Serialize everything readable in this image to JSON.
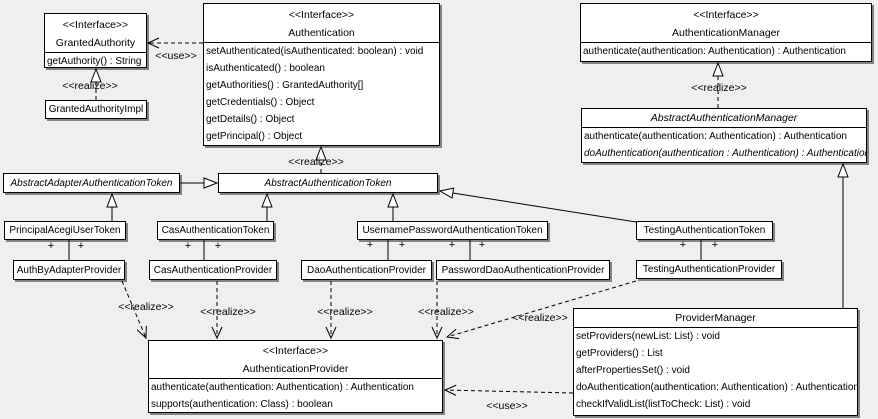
{
  "diagram": {
    "background_color": "#efefef",
    "box_fill": "#ffffff",
    "line_color": "#000000"
  },
  "edge_labels": {
    "use": "<<use>>",
    "realize": "<<realize>>"
  },
  "markers": {
    "plus": "+"
  },
  "classes": {
    "granted_authority": {
      "stereotype": "<<Interface>>",
      "name": "GrantedAuthority",
      "methods": [
        "getAuthority() : String"
      ]
    },
    "granted_authority_impl": {
      "name": "GrantedAuthorityImpl"
    },
    "authentication": {
      "stereotype": "<<Interface>>",
      "name": "Authentication",
      "methods": [
        "setAuthenticated(isAuthenticated: boolean) : void",
        "isAuthenticated() : boolean",
        "getAuthorities() : GrantedAuthority[]",
        "getCredentials() : Object",
        "getDetails() : Object",
        "getPrincipal() : Object"
      ]
    },
    "authentication_manager": {
      "stereotype": "<<Interface>>",
      "name": "AuthenticationManager",
      "methods": [
        "authenticate(authentication: Authentication) : Authentication"
      ]
    },
    "abstract_authentication_manager": {
      "name": "AbstractAuthenticationManager",
      "methods": [
        "authenticate(authentication: Authentication) : Authentication",
        "doAuthentication(authentication : Authentication) : Authentication"
      ]
    },
    "abstract_adapter_authentication_token": {
      "name": "AbstractAdapterAuthenticationToken"
    },
    "abstract_authentication_token": {
      "name": "AbstractAuthenticationToken"
    },
    "principal_acegi_user_token": {
      "name": "PrincipalAcegiUserToken"
    },
    "cas_authentication_token": {
      "name": "CasAuthenticationToken"
    },
    "username_password_authentication_token": {
      "name": "UsernamePasswordAuthenticationToken"
    },
    "testing_authentication_token": {
      "name": "TestingAuthenticationToken"
    },
    "auth_by_adapter_provider": {
      "name": "AuthByAdapterProvider"
    },
    "cas_authentication_provider": {
      "name": "CasAuthenticationProvider"
    },
    "dao_authentication_provider": {
      "name": "DaoAuthenticationProvider"
    },
    "password_dao_authentication_provider": {
      "name": "PasswordDaoAuthenticationProvider"
    },
    "testing_authentication_provider": {
      "name": "TestingAuthenticationProvider"
    },
    "authentication_provider": {
      "stereotype": "<<Interface>>",
      "name": "AuthenticationProvider",
      "methods": [
        "authenticate(authentication: Authentication) : Authentication",
        "supports(authentication: Class) : boolean"
      ]
    },
    "provider_manager": {
      "name": "ProviderManager",
      "methods": [
        "setProviders(newList: List) : void",
        "getProviders() : List",
        "afterPropertiesSet() : void",
        "doAuthentication(authentication: Authentication) : Authentication",
        "checkIfValidList(listToCheck: List) : void"
      ]
    }
  }
}
